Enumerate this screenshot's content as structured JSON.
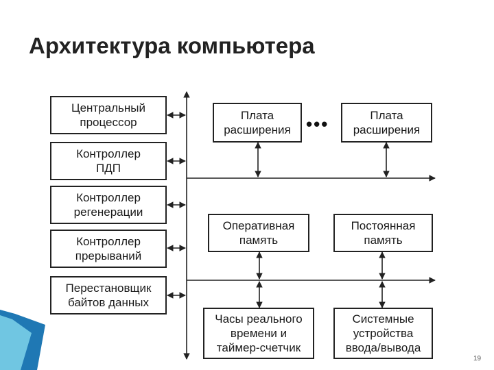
{
  "title": "Архитектура компьютера",
  "page_number": "19",
  "diagram": {
    "left_boxes": [
      {
        "line1": "Центральный",
        "line2": "процессор"
      },
      {
        "line1": "Контроллер",
        "line2": "ПДП"
      },
      {
        "line1": "Контроллер",
        "line2": "регенерации"
      },
      {
        "line1": "Контроллер",
        "line2": "прерываний"
      },
      {
        "line1": "Перестановщик",
        "line2": "байтов данных"
      }
    ],
    "expansion_boxes": [
      {
        "line1": "Плата",
        "line2": "расширения"
      },
      {
        "line1": "Плата",
        "line2": "расширения"
      }
    ],
    "ellipsis": "•••",
    "memory_boxes": [
      {
        "line1": "Оперативная",
        "line2": "память"
      },
      {
        "line1": "Постоянная",
        "line2": "память"
      }
    ],
    "bottom_boxes": [
      {
        "line1": "Часы реального",
        "line2": "времени и",
        "line3": "таймер-счетчик"
      },
      {
        "line1": "Системные",
        "line2": "устройства",
        "line3": "ввода/вывода"
      }
    ]
  },
  "colors": {
    "line": "#222222",
    "deco_dark": "#1f78b4",
    "deco_light": "#7fd3ea"
  }
}
